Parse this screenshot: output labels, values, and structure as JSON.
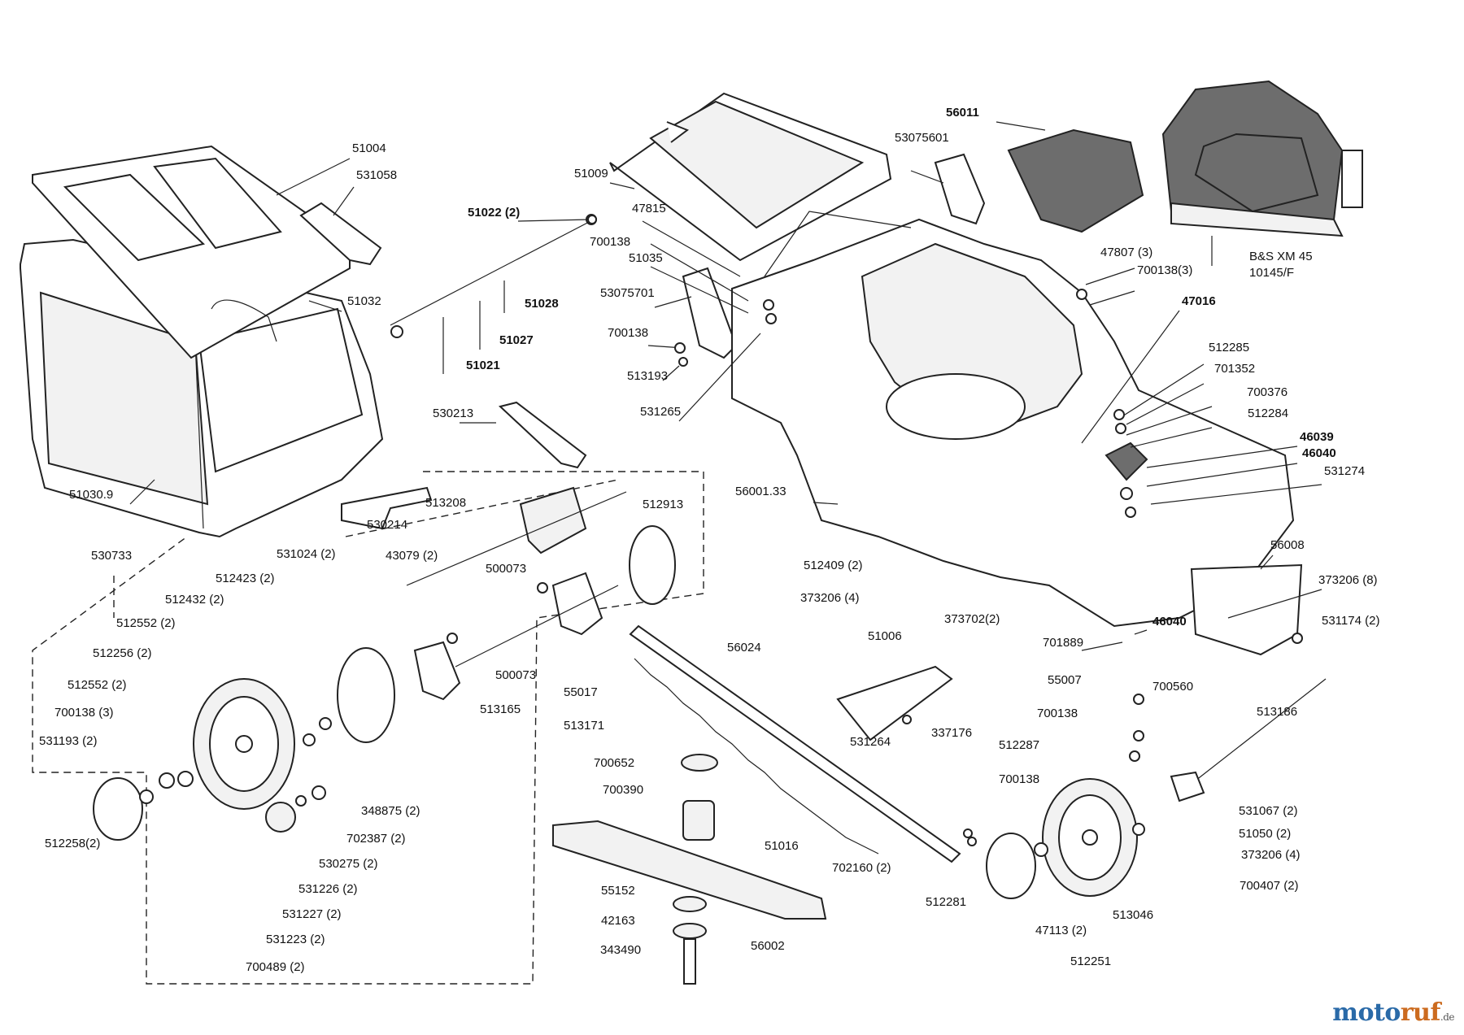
{
  "watermark": {
    "text": "moto",
    "accent": "ruf",
    "domain": ".de",
    "color": "#2a6aa8"
  },
  "labels": [
    {
      "id": "51004",
      "text": "51004",
      "bold": false
    },
    {
      "id": "531058",
      "text": "531058",
      "bold": false
    },
    {
      "id": "51032",
      "text": "51032",
      "bold": false
    },
    {
      "id": "51030_9",
      "text": "51030.9",
      "bold": false
    },
    {
      "id": "51022",
      "text": "51022 (2)",
      "bold": true
    },
    {
      "id": "51028",
      "text": "51028",
      "bold": true
    },
    {
      "id": "51027",
      "text": "51027",
      "bold": true
    },
    {
      "id": "51021",
      "text": "51021",
      "bold": true
    },
    {
      "id": "530213",
      "text": "530213",
      "bold": false
    },
    {
      "id": "51009",
      "text": "51009",
      "bold": false
    },
    {
      "id": "47815",
      "text": "47815",
      "bold": false
    },
    {
      "id": "700138a",
      "text": "700138",
      "bold": false
    },
    {
      "id": "51035",
      "text": "51035",
      "bold": false
    },
    {
      "id": "53075701",
      "text": "53075701",
      "bold": false
    },
    {
      "id": "700138b",
      "text": "700138",
      "bold": false
    },
    {
      "id": "513193",
      "text": "513193",
      "bold": false
    },
    {
      "id": "531265",
      "text": "531265",
      "bold": false
    },
    {
      "id": "53075601",
      "text": "53075601",
      "bold": false
    },
    {
      "id": "56011",
      "text": "56011",
      "bold": true
    },
    {
      "id": "bs1",
      "text": "B&S XM 45",
      "bold": false
    },
    {
      "id": "bs2",
      "text": "10145/F",
      "bold": false
    },
    {
      "id": "47807",
      "text": "47807 (3)",
      "bold": false
    },
    {
      "id": "700138_3",
      "text": "700138(3)",
      "bold": false
    },
    {
      "id": "47016",
      "text": "47016",
      "bold": true
    },
    {
      "id": "512285",
      "text": "512285",
      "bold": false
    },
    {
      "id": "701352",
      "text": "701352",
      "bold": false
    },
    {
      "id": "700376",
      "text": "700376",
      "bold": false
    },
    {
      "id": "512284",
      "text": "512284",
      "bold": false
    },
    {
      "id": "46039",
      "text": "46039",
      "bold": true
    },
    {
      "id": "46040a",
      "text": "46040",
      "bold": true
    },
    {
      "id": "531274",
      "text": "531274",
      "bold": false
    },
    {
      "id": "56001_33",
      "text": "56001.33",
      "bold": false
    },
    {
      "id": "513208",
      "text": "513208",
      "bold": false
    },
    {
      "id": "530214",
      "text": "530214",
      "bold": false
    },
    {
      "id": "43079",
      "text": "43079 (2)",
      "bold": false
    },
    {
      "id": "512913",
      "text": "512913",
      "bold": false
    },
    {
      "id": "530733",
      "text": "530733",
      "bold": false
    },
    {
      "id": "531024",
      "text": "531024 (2)",
      "bold": false
    },
    {
      "id": "500073a",
      "text": "500073",
      "bold": false
    },
    {
      "id": "512423",
      "text": "512423 (2)",
      "bold": false
    },
    {
      "id": "512432",
      "text": "512432 (2)",
      "bold": false
    },
    {
      "id": "512552a",
      "text": "512552 (2)",
      "bold": false
    },
    {
      "id": "512256",
      "text": "512256 (2)",
      "bold": false
    },
    {
      "id": "512552b",
      "text": "512552 (2)",
      "bold": false
    },
    {
      "id": "700138_3b",
      "text": "700138 (3)",
      "bold": false
    },
    {
      "id": "531193",
      "text": "531193 (2)",
      "bold": false
    },
    {
      "id": "512258",
      "text": "512258(2)",
      "bold": false
    },
    {
      "id": "500073b",
      "text": "500073",
      "bold": false
    },
    {
      "id": "513165",
      "text": "513165",
      "bold": false
    },
    {
      "id": "348875",
      "text": "348875 (2)",
      "bold": false
    },
    {
      "id": "702387",
      "text": "702387 (2)",
      "bold": false
    },
    {
      "id": "530275",
      "text": "530275 (2)",
      "bold": false
    },
    {
      "id": "531226",
      "text": "531226 (2)",
      "bold": false
    },
    {
      "id": "531227",
      "text": "531227 (2)",
      "bold": false
    },
    {
      "id": "531223",
      "text": "531223 (2)",
      "bold": false
    },
    {
      "id": "700489",
      "text": "700489 (2)",
      "bold": false
    },
    {
      "id": "512409",
      "text": "512409 (2)",
      "bold": false
    },
    {
      "id": "373206_4a",
      "text": "373206 (4)",
      "bold": false
    },
    {
      "id": "56008",
      "text": "56008",
      "bold": false
    },
    {
      "id": "373206_8",
      "text": "373206 (8)",
      "bold": false
    },
    {
      "id": "46040b",
      "text": "46040",
      "bold": true
    },
    {
      "id": "531174",
      "text": "531174 (2)",
      "bold": false
    },
    {
      "id": "701889",
      "text": "701889",
      "bold": false
    },
    {
      "id": "55007",
      "text": "55007",
      "bold": false
    },
    {
      "id": "700560",
      "text": "700560",
      "bold": false
    },
    {
      "id": "700138c",
      "text": "700138",
      "bold": false
    },
    {
      "id": "513186",
      "text": "513186",
      "bold": false
    },
    {
      "id": "512287",
      "text": "512287",
      "bold": false
    },
    {
      "id": "700138d",
      "text": "700138",
      "bold": false
    },
    {
      "id": "56024",
      "text": "56024",
      "bold": false
    },
    {
      "id": "55017",
      "text": "55017",
      "bold": false
    },
    {
      "id": "51006",
      "text": "51006",
      "bold": false
    },
    {
      "id": "373702",
      "text": "373702(2)",
      "bold": false
    },
    {
      "id": "531264",
      "text": "531264",
      "bold": false
    },
    {
      "id": "337176",
      "text": "337176",
      "bold": false
    },
    {
      "id": "513171",
      "text": "513171",
      "bold": false
    },
    {
      "id": "700652",
      "text": "700652",
      "bold": false
    },
    {
      "id": "700390",
      "text": "700390",
      "bold": false
    },
    {
      "id": "51016",
      "text": "51016",
      "bold": false
    },
    {
      "id": "55152",
      "text": "55152",
      "bold": false
    },
    {
      "id": "42163",
      "text": "42163",
      "bold": false
    },
    {
      "id": "343490",
      "text": "343490",
      "bold": false
    },
    {
      "id": "56002",
      "text": "56002",
      "bold": false
    },
    {
      "id": "702160",
      "text": "702160 (2)",
      "bold": false
    },
    {
      "id": "512281",
      "text": "512281",
      "bold": false
    },
    {
      "id": "512251",
      "text": "512251",
      "bold": false
    },
    {
      "id": "47113",
      "text": "47113 (2)",
      "bold": false
    },
    {
      "id": "513046",
      "text": "513046",
      "bold": false
    },
    {
      "id": "531067",
      "text": "531067 (2)",
      "bold": false
    },
    {
      "id": "51050",
      "text": "51050 (2)",
      "bold": false
    },
    {
      "id": "373206_4b",
      "text": "373206 (4)",
      "bold": false
    },
    {
      "id": "700407",
      "text": "700407 (2)",
      "bold": false
    }
  ]
}
